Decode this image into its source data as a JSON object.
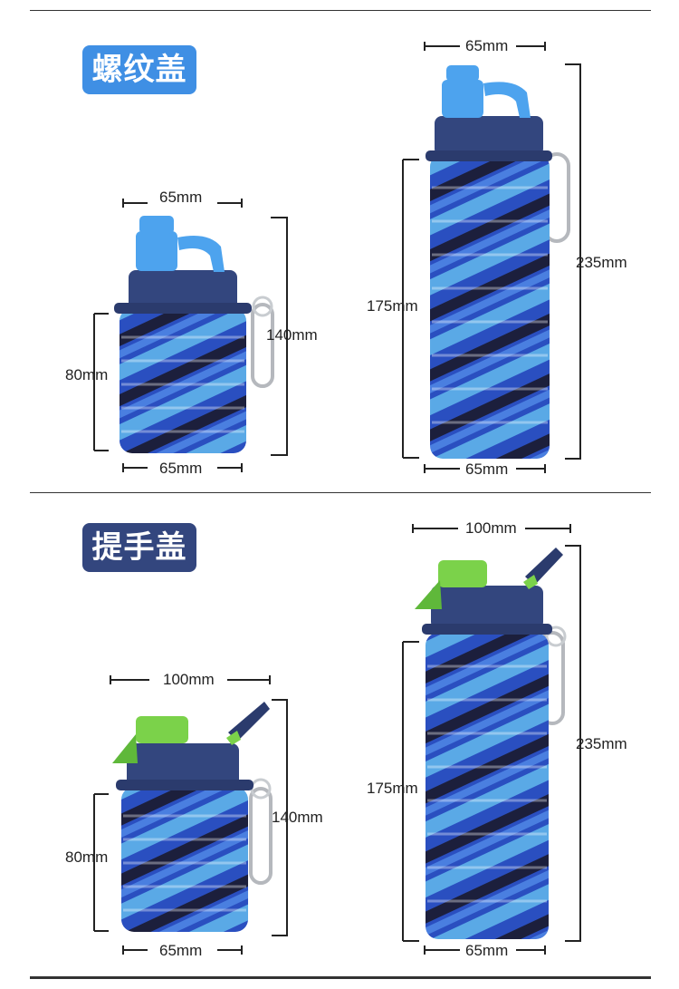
{
  "sections": [
    {
      "title": "螺纹盖",
      "color": "#3f8fe4",
      "small": {
        "width_top": "65mm",
        "width_bottom": "65mm",
        "body_height": "80mm",
        "total_height": "140mm"
      },
      "large": {
        "width_top": "65mm",
        "width_bottom": "65mm",
        "body_height": "175mm",
        "total_height": "235mm"
      }
    },
    {
      "title": "提手盖",
      "color": "#33467e",
      "small": {
        "width_top": "100mm",
        "width_bottom": "65mm",
        "body_height": "80mm",
        "total_height": "140mm"
      },
      "large": {
        "width_top": "100mm",
        "width_bottom": "65mm",
        "body_height": "175mm",
        "total_height": "235mm"
      }
    }
  ],
  "colors": {
    "lid": "#33467e",
    "spout_blue": "#4da3ee",
    "spout_green": "#7bd24a",
    "band_light": "#5aa9e6",
    "band_mid": "#2a4fc0",
    "band_dark": "#1c1f3c"
  }
}
